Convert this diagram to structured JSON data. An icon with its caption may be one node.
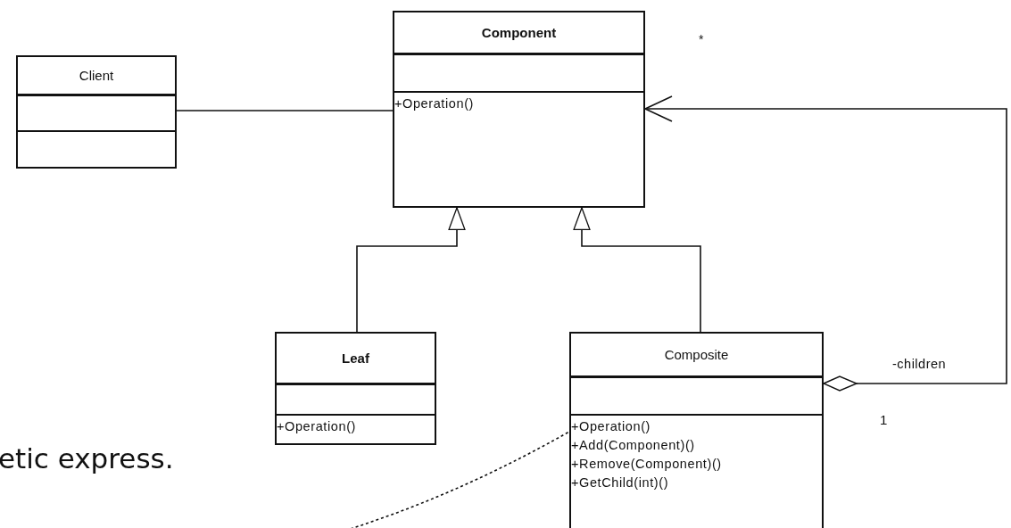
{
  "diagram": {
    "nodes": [
      {
        "text": [
          "Client"
        ]
      },
      {
        "text": [
          "Component",
          "+Operation()"
        ]
      },
      {
        "text": [
          "Leaf",
          "+Operation()"
        ]
      },
      {
        "text": [
          "Composite",
          "+Operation()",
          "+Add(Component)()",
          "+Remove(Component)()",
          "+GetChild(int)()"
        ]
      }
    ],
    "edges": [
      {
        "from": 0,
        "to": 1,
        "arrow": "none"
      },
      {
        "from": 2,
        "to": 1,
        "arrow": "to"
      },
      {
        "from": 3,
        "to": 1,
        "arrow": "to"
      },
      {
        "from": 3,
        "to": 1,
        "arrow": "to",
        "label": "-children"
      },
      {
        "from": null,
        "to": 3,
        "arrow": "none",
        "style": "dashed"
      }
    ],
    "labels": [
      "*",
      "1",
      "etic express."
    ]
  }
}
